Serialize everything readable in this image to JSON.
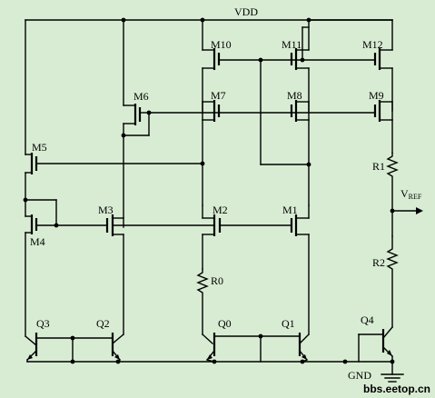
{
  "colors": {
    "background": "#d8ecd3",
    "ink": "#000000"
  },
  "labels": {
    "vdd": "VDD",
    "gnd": "GND",
    "m1": "M1",
    "m2": "M2",
    "m3": "M3",
    "m4": "M4",
    "m5": "M5",
    "m6": "M6",
    "m7": "M7",
    "m8": "M8",
    "m9": "M9",
    "m10": "M10",
    "m11": "M11",
    "m12": "M12",
    "q0": "Q0",
    "q1": "Q1",
    "q2": "Q2",
    "q3": "Q3",
    "q4": "Q4",
    "r0": "R0",
    "r1": "R1",
    "r2": "R2",
    "vref_main": "V",
    "vref_sub": "REF"
  },
  "watermark": "bbs.eetop.cn"
}
